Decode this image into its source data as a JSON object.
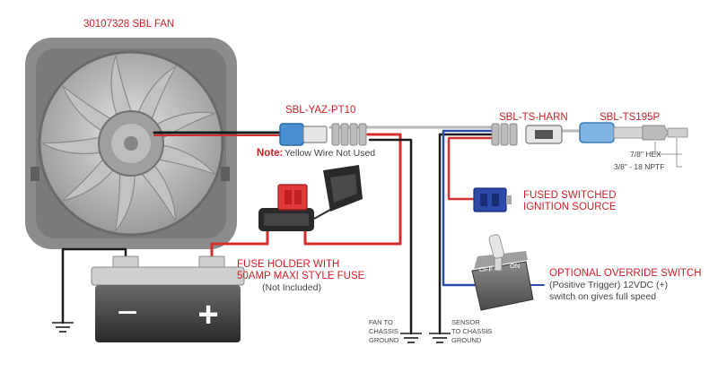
{
  "fan": {
    "part_number": "30107328 SBL FAN"
  },
  "adapter": {
    "part_number": "SBL-YAZ-PT10",
    "note_label": "Note:",
    "note_text": "Yellow Wire Not Used"
  },
  "harness": {
    "part_number": "SBL-TS-HARN"
  },
  "sensor": {
    "part_number": "SBL-TS195P",
    "hex_label": "7/8\" HEX",
    "thread_label": "3/8\" - 18 NPTF"
  },
  "fused_source": {
    "line1": "FUSED SWITCHED",
    "line2": "IGNITION SOURCE"
  },
  "fuse_holder": {
    "line1": "FUSE HOLDER WITH",
    "line2": "50AMP MAXI STYLE FUSE",
    "line3": "(Not Included)"
  },
  "override_switch": {
    "title": "OPTIONAL OVERRIDE SWITCH",
    "line1": "(Positive Trigger) 12VDC (+)",
    "line2": "switch on gives full speed",
    "off_label": "OFF",
    "on_label": "ON"
  },
  "ground_fan": {
    "line1": "FAN TO",
    "line2": "CHASSIS",
    "line3": "GROUND"
  },
  "ground_sensor": {
    "line1": "SENSOR",
    "line2": "TO CHASSIS",
    "line3": "GROUND"
  },
  "battery": {
    "minus": "−",
    "plus": "+"
  },
  "colors": {
    "label_red": "#cc2027",
    "wire_red": "#d62e2e",
    "wire_blue": "#2e4aa8",
    "wire_black": "#1a1a1a",
    "connector_blue": "#4a90d0"
  }
}
